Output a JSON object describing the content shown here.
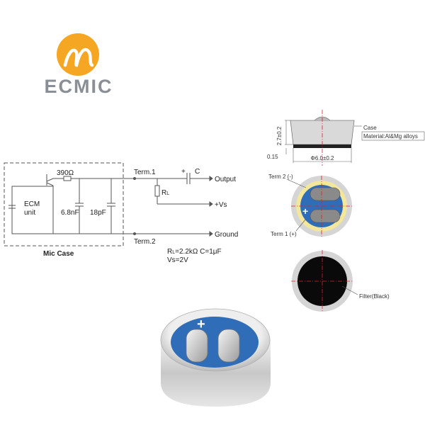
{
  "logo": {
    "wordmark": "ECMIC"
  },
  "circuit": {
    "ecm_label_1": "ECM",
    "ecm_label_2": "unit",
    "resistor_label": "390Ω",
    "cap1_label": "6.8nF",
    "cap2_label": "18pF",
    "case_label": "Mic Case",
    "term1_label": "Term.1",
    "term2_label": "Term.2",
    "plus_label": "+",
    "cap_c_label": "C",
    "rl_label_main": "R",
    "rl_label_sub": "L",
    "output_label": "Output",
    "vs_label": "+Vs",
    "ground_label": "Ground",
    "spec_rl_main": "R",
    "spec_rl_sub": "L",
    "spec_rl_value": "=2.2kΩ   C=1μF",
    "spec_vs": "Vs=2V"
  },
  "dimensions": {
    "height": "2.7±0.2",
    "gap": "0.15",
    "diameter": "Φ6.0±0.2",
    "case_label": "Case",
    "material_label": "Material:Al&Mg alloys"
  },
  "bottom_view": {
    "term2_label": "Term 2 (-)",
    "term1_label": "Term 1 (+)",
    "plus_mark": "+"
  },
  "top_view": {
    "filter_label": "Filter(Black)"
  },
  "product_photo": {
    "plus_mark": "+"
  },
  "colors": {
    "logo_orange": "#f5a623",
    "wordmark_gray": "#8a8f96",
    "pcb_blue": "#2f6db8",
    "ring_yellow": "#f2e79a",
    "case_gray": "#d9d9d9",
    "center_line_red": "#e02020",
    "filter_black": "#0a0a0a"
  }
}
